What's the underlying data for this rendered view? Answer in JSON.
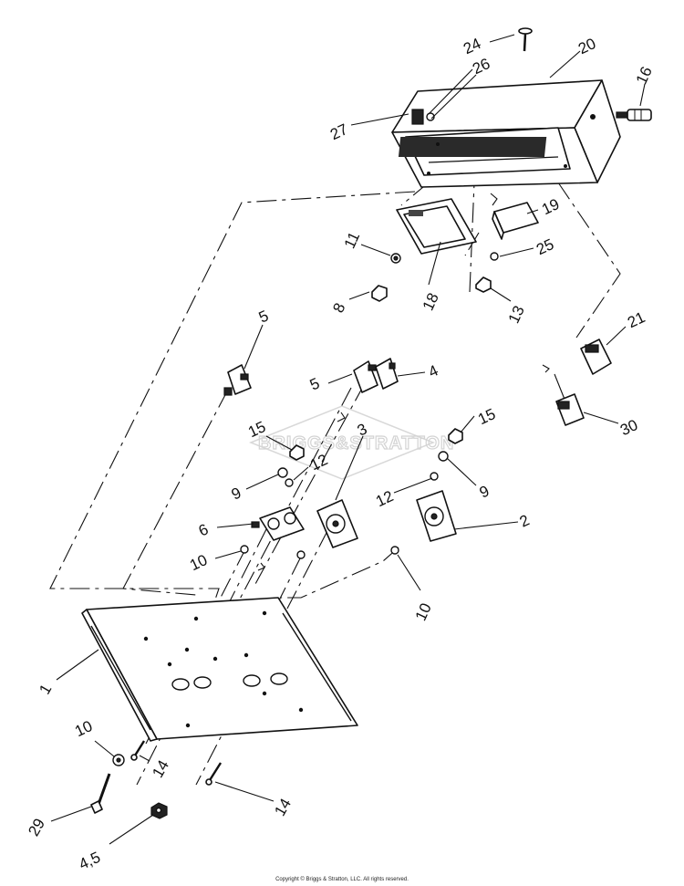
{
  "watermark": "BRIGGS&STRATTON",
  "copyright": "Copyright © Briggs & Stratton, LLC. All rights reserved.",
  "callouts": {
    "c1": "1",
    "c2": "2",
    "c3": "3",
    "c4": "4",
    "c5a": "5",
    "c5b": "5",
    "c6": "6",
    "c8": "8",
    "c9a": "9",
    "c9b": "9",
    "c10a": "10",
    "c10b": "10",
    "c10c": "10",
    "c11": "11",
    "c12a": "12",
    "c12b": "12",
    "c13": "13",
    "c14a": "14",
    "c14b": "14",
    "c15a": "15",
    "c15b": "15",
    "c16": "16",
    "c18": "18",
    "c19": "19",
    "c20": "20",
    "c21": "21",
    "c24": "24",
    "c25": "25",
    "c26": "26",
    "c27": "27",
    "c29": "29",
    "c45": "4,5",
    "c30": "30"
  }
}
